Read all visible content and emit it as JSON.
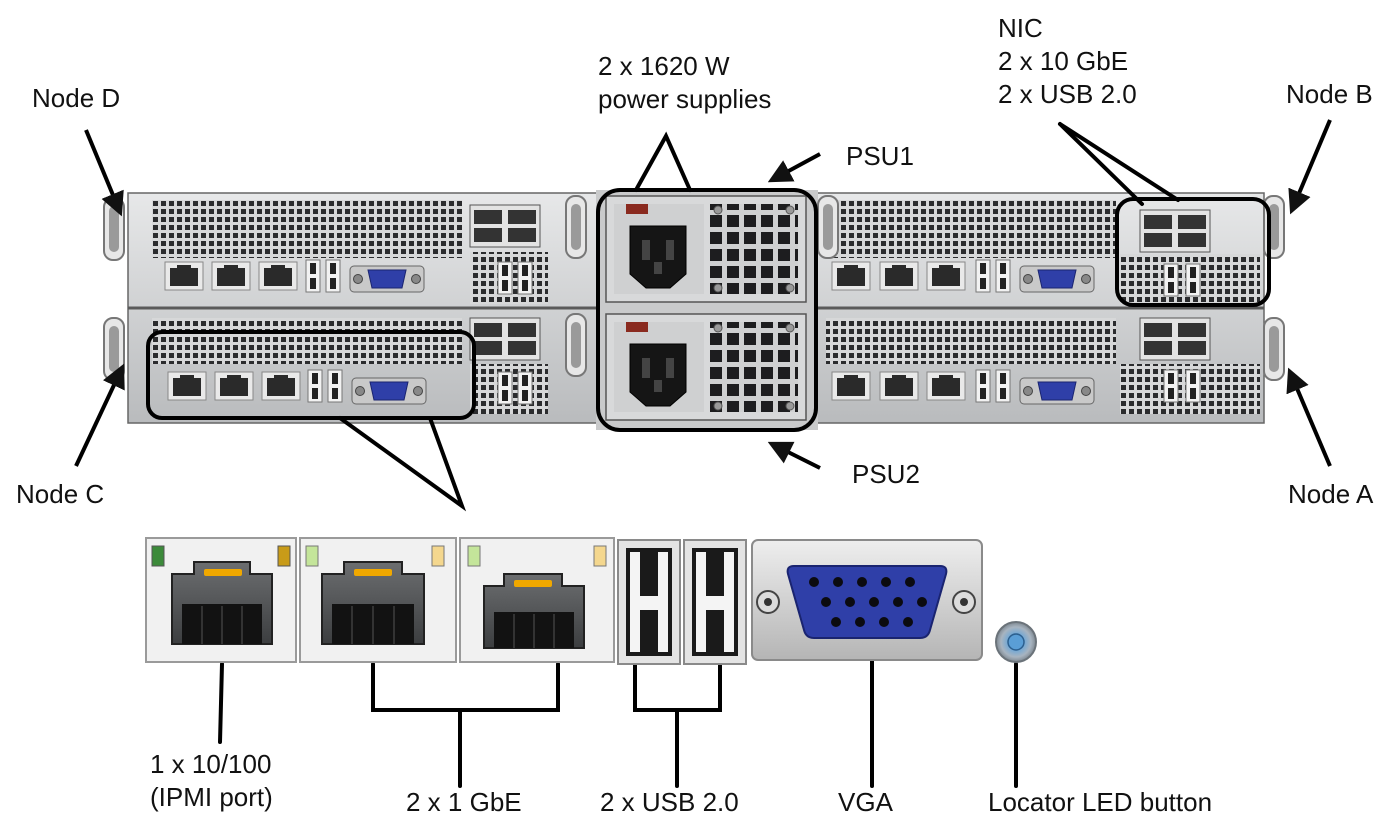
{
  "labels": {
    "node_d": "Node D",
    "node_c": "Node C",
    "node_b": "Node B",
    "node_a": "Node A",
    "psu_heading_line1": "2 x 1620 W",
    "psu_heading_line2": "power supplies",
    "psu1": "PSU1",
    "psu2": "PSU2",
    "nic_line1": "NIC",
    "nic_line2": "2 x 10 GbE",
    "nic_line3": "2 x USB 2.0",
    "ipmi_line1": "1 x 10/100",
    "ipmi_line2": "(IPMI port)",
    "gbe": "2 x 1 GbE",
    "usb": "2 x USB 2.0",
    "vga": "VGA",
    "locator": "Locator LED button"
  },
  "colors": {
    "chassis": "#d9dadb",
    "chassis_dark": "#4a4c4f",
    "vga_blue": "#2f3fa8",
    "psu_connector": "#151515",
    "led_green": "#3c8a3a",
    "led_light_green": "#c4e59a",
    "led_amber": "#c89b18",
    "led_light_amber": "#f4d78e",
    "jack_latch": "#f0a800",
    "locator_blue": "#6aa6d8"
  },
  "icons": [
    "rj45-port-icon",
    "usb-port-icon",
    "vga-port-icon",
    "led-button-icon",
    "ac-inlet-icon",
    "fan-grille-icon"
  ]
}
